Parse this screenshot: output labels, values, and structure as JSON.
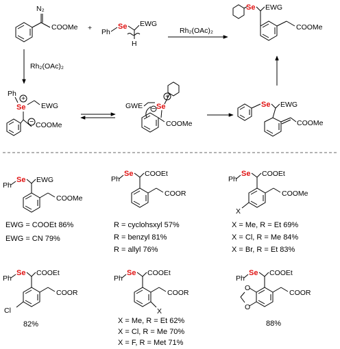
{
  "scheme": {
    "reagent_top": "Rh₂(OAc)₂",
    "reagent_left": "Rh₂(OAc)₂",
    "plus": "+",
    "labels": {
      "n2": "N₂",
      "coome": "COOMe",
      "ph": "Ph",
      "se": "Se",
      "ewg": "EWG",
      "h": "H",
      "gwe": "GWE",
      "ch2coome": "COOMe",
      "plus_charge": "+",
      "minus_charge": "−"
    }
  },
  "products": [
    {
      "sub1": "EWG",
      "sub2": "COOMe",
      "yields": [
        "EWG = COOEt  86%",
        "EWG = CN       79%"
      ]
    },
    {
      "sub1": "COOEt",
      "sub2": "COOR",
      "yields": [
        "R = cyclohsxyl  57%",
        "R = benzyl       81%",
        "R = allyl          76%"
      ]
    },
    {
      "sub1": "COOEt",
      "sub2": "COOMe",
      "ring_sub": "X",
      "yields": [
        "X = Me, R = Et  69%",
        "X = Cl, R = Me  84%",
        "X = Br, R = Et  83%"
      ]
    },
    {
      "sub1": "COOEt",
      "sub2": "COOR",
      "ring_sub": "Cl",
      "yields": [
        "82%"
      ]
    },
    {
      "sub1": "COOEt",
      "sub2": "COOR",
      "ring_sub": "X",
      "yields": [
        "X = Me, R = Et  62%",
        "X = Cl, R = Me  70%",
        "X = F, R = Met   71%"
      ]
    },
    {
      "sub1": "COOEt",
      "sub2": "COOR",
      "ring_sub": "O",
      "yields": [
        "88%"
      ]
    }
  ]
}
